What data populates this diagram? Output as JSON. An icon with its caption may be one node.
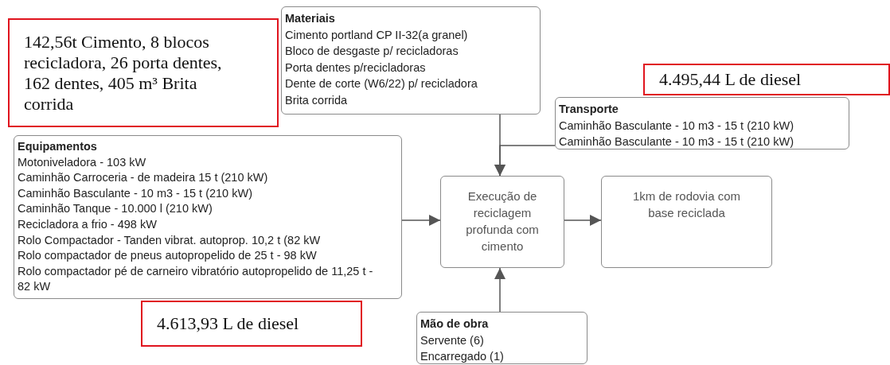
{
  "diagram": {
    "nodes": [
      {
        "text": [
          "142,56t Cimento, 8 blocos recicladora, 26 porta dentes, 162 dentes, 405 m³ Brita corrida"
        ]
      },
      {
        "text": [
          "Materiais",
          "Cimento portland CP II-32(a granel)",
          "Bloco de desgaste p/ recicladoras",
          "Porta dentes p/recicladoras",
          "Dente de corte (W6/22) p/ recicladora",
          "Brita corrida"
        ]
      },
      {
        "text": [
          "4.495,44 L de diesel"
        ]
      },
      {
        "text": [
          "Transporte",
          "Caminhão Basculante - 10 m3 - 15 t (210 kW)",
          "Caminhão Basculante - 10 m3 - 15 t (210 kW)"
        ]
      },
      {
        "text": [
          "Equipamentos",
          "Motoniveladora - 103 kW",
          "Caminhão Carroceria - de madeira 15 t (210 kW)",
          "Caminhão Basculante - 10 m3 - 15 t (210 kW)",
          "Caminhão Tanque - 10.000 l (210 kW)",
          "Recicladora a frio - 498 kW",
          "Rolo Compactador - Tanden vibrat. autoprop. 10,2 t (82 kW",
          "Rolo compactador de pneus autopropelido de 25 t - 98 kW",
          "Rolo compactador pé de carneiro vibratório autopropelido de 11,25 t - 82 kW"
        ]
      },
      {
        "text": [
          "Execução de reciclagem profunda com cimento"
        ]
      },
      {
        "text": [
          "1km de rodovia com base reciclada"
        ]
      },
      {
        "text": [
          "4.613,93 L de diesel"
        ]
      },
      {
        "text": [
          "Mão de obra",
          "Servente (6)",
          "Encarregado (1)"
        ]
      }
    ],
    "edges": [
      {
        "from": 1,
        "to": 5,
        "arrow": "to"
      },
      {
        "from": 3,
        "to": 5,
        "arrow": "to"
      },
      {
        "from": 4,
        "to": 5,
        "arrow": "to"
      },
      {
        "from": 5,
        "to": 6,
        "arrow": "to"
      },
      {
        "from": 8,
        "to": 5,
        "arrow": "to"
      }
    ]
  }
}
